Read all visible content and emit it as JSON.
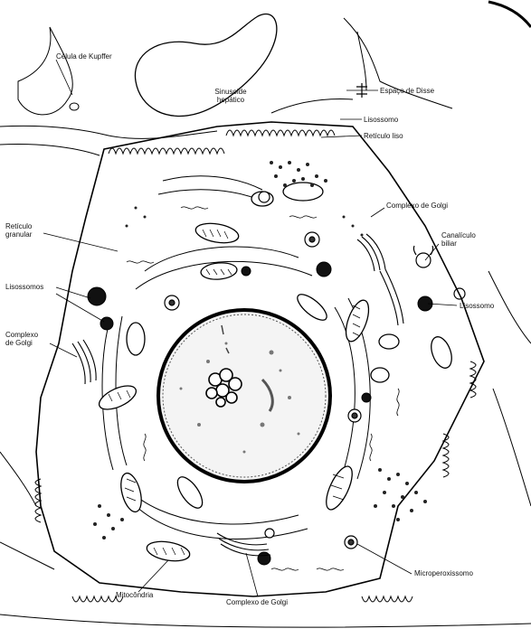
{
  "labels": {
    "kupffer": "Célula de Kupffer",
    "sinusoid_line1": "Sinusoide",
    "sinusoid_line2": "hepático",
    "disse": "Espaço de Disse",
    "lysosome_top": "Lisossomo",
    "smooth_er": "Retículo liso",
    "golgi_top": "Complexo de Golgi",
    "bile_canaliculus_line1": "Canalículo",
    "bile_canaliculus_line2": "biliar",
    "rough_er_line1": "Retículo",
    "rough_er_line2": "granular",
    "lysosomes_left": "Lisossomos",
    "golgi_left_line1": "Complexo",
    "golgi_left_line2": "de Golgi",
    "lysosome_right": "Lisossomo",
    "mitochondria": "Mitocôndria",
    "golgi_bottom": "Complexo de Golgi",
    "microperoxisome": "Microperoxissomo"
  }
}
